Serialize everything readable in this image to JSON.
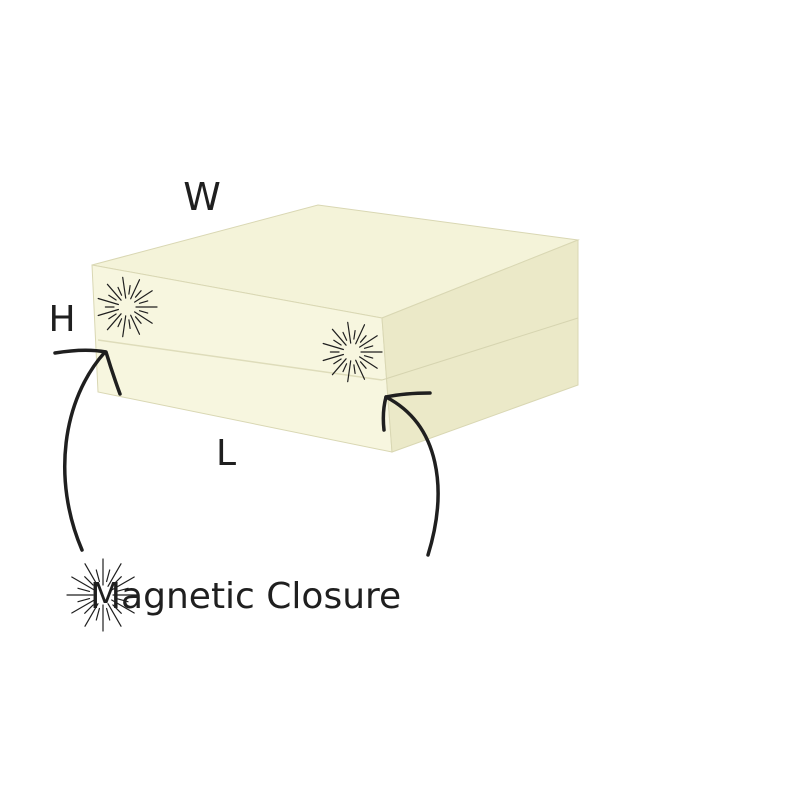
{
  "dimensions": {
    "width_label": "W",
    "height_label": "H",
    "length_label": "L"
  },
  "callout": {
    "text": "Magnetic Closure"
  },
  "colors": {
    "box_front": "#f7f6df",
    "box_top": "#f4f3d9",
    "box_side": "#ebe9c8",
    "box_edge": "#d9d7b3",
    "ink": "#1f1f1f"
  },
  "icons": {
    "magnet_marker": "sunburst-icon",
    "arrow": "curved-arrow-icon"
  }
}
